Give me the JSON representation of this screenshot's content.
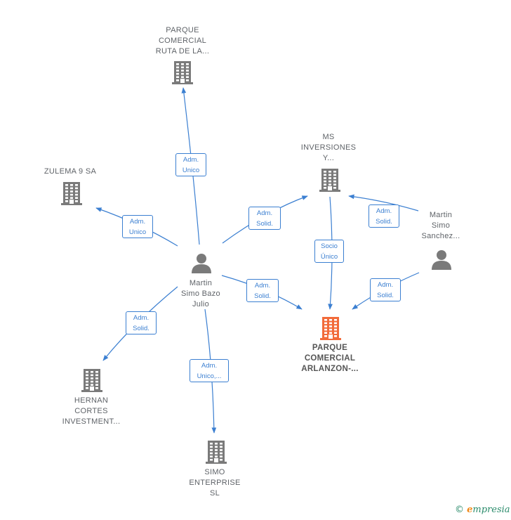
{
  "colors": {
    "edge": "#3b7fd1",
    "building": "#7a7a7a",
    "focus": "#f26b3a",
    "person": "#7a7a7a"
  },
  "nodes": [
    {
      "id": "parque_ruta",
      "type": "company",
      "lines": [
        "PARQUE",
        "COMERCIAL",
        "RUTA DE LA..."
      ]
    },
    {
      "id": "zulema",
      "type": "company",
      "lines": [
        "ZULEMA 9 SA"
      ]
    },
    {
      "id": "ms_inv",
      "type": "company",
      "lines": [
        "MS",
        "INVERSIONES",
        "Y..."
      ]
    },
    {
      "id": "martin_sanchez",
      "type": "person",
      "lines": [
        "Martin",
        "Simo",
        "Sanchez..."
      ]
    },
    {
      "id": "martin_bazo",
      "type": "person",
      "lines": [
        "Martin",
        "Simo Bazo",
        "Julio"
      ]
    },
    {
      "id": "parque_arlanzon",
      "type": "focus",
      "lines": [
        "PARQUE",
        "COMERCIAL",
        "ARLANZON-..."
      ]
    },
    {
      "id": "hernan",
      "type": "company",
      "lines": [
        "HERNAN",
        "CORTES",
        "INVESTMENT..."
      ]
    },
    {
      "id": "simo_ent",
      "type": "company",
      "lines": [
        "SIMO",
        "ENTERPRISE",
        "SL"
      ]
    }
  ],
  "edges": [
    {
      "id": "e1",
      "lines": [
        "Adm.",
        "Unico"
      ]
    },
    {
      "id": "e2",
      "lines": [
        "Adm.",
        "Unico"
      ]
    },
    {
      "id": "e3",
      "lines": [
        "Adm.",
        "Solid."
      ]
    },
    {
      "id": "e4",
      "lines": [
        "Adm.",
        "Solid."
      ]
    },
    {
      "id": "e5",
      "lines": [
        "Adm.",
        "Solid."
      ]
    },
    {
      "id": "e6",
      "lines": [
        "Adm.",
        "Unico,..."
      ]
    },
    {
      "id": "e7",
      "lines": [
        "Socio",
        "Único"
      ]
    },
    {
      "id": "e8",
      "lines": [
        "Adm.",
        "Solid."
      ]
    },
    {
      "id": "e9",
      "lines": [
        "Adm.",
        "Solid."
      ]
    }
  ],
  "footer": {
    "copyright": "©",
    "brand_first": "e",
    "brand_rest": "mpresia"
  }
}
